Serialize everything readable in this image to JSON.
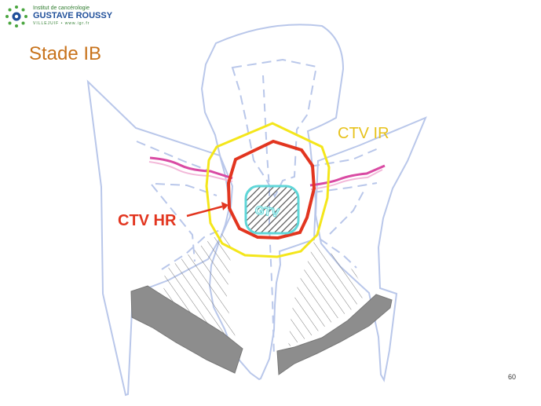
{
  "header": {
    "logo": {
      "line1": "Institut de cancérologie",
      "line2": "GUSTAVE ROUSSY",
      "line3": "VILLEJUIF • www.igr.fr"
    }
  },
  "slide": {
    "title": "Stade IB",
    "page_number": "60"
  },
  "diagram": {
    "labels": {
      "ctv_ir": "CTV IR",
      "ctv_hr": "CTV HR",
      "gtv": "GTV"
    },
    "colors": {
      "title": "#c8731c",
      "ctv_ir": "#f4e61a",
      "ctv_ir_text": "#e7c21b",
      "ctv_hr": "#e2351f",
      "gtv": "#5fd6d8",
      "outline": "#b9c7ea",
      "vessel": "#d94aa3",
      "bone": "#8d8d8d"
    }
  }
}
